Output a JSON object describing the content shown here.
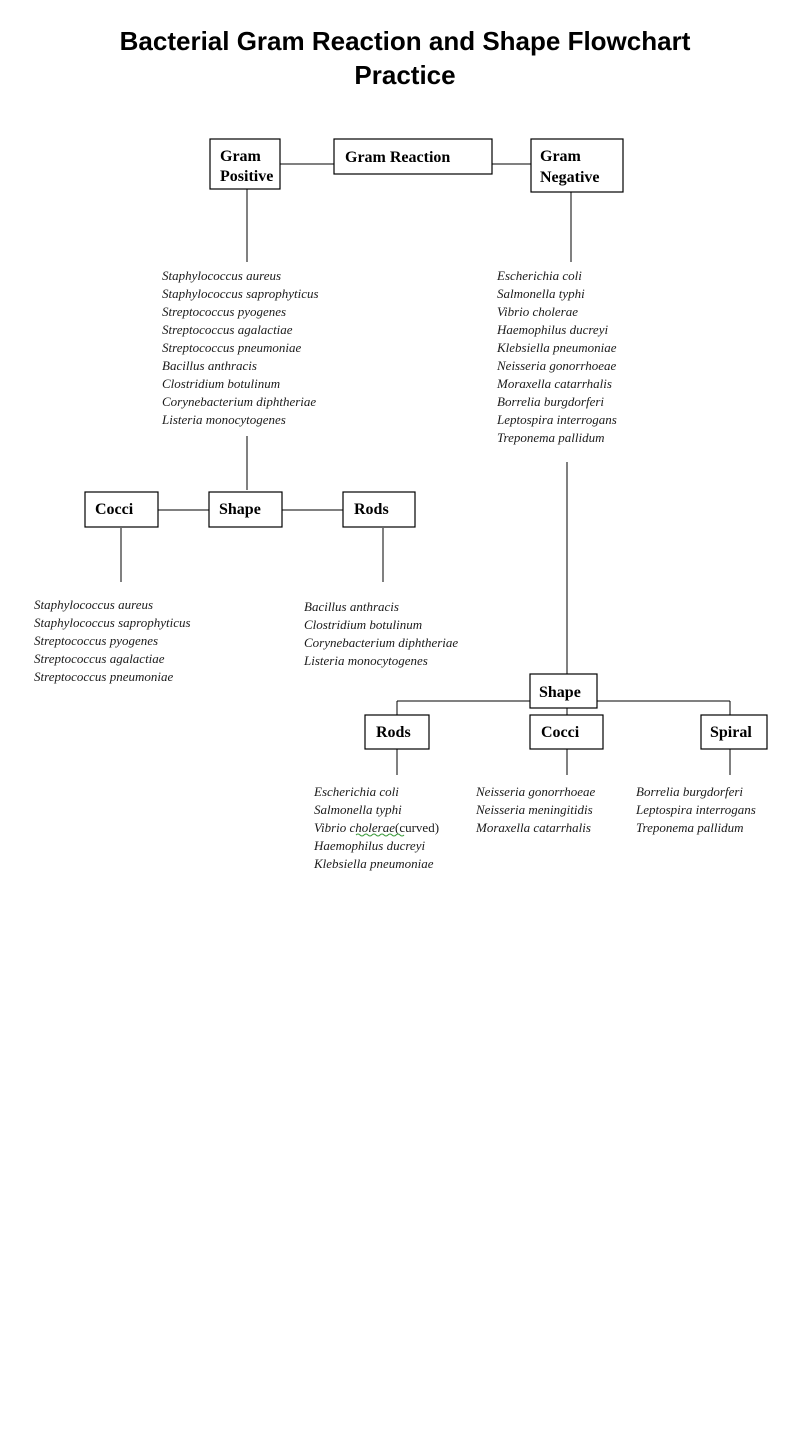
{
  "title_line1": "Bacterial Gram Reaction and Shape Flowchart",
  "title_line2": "Practice",
  "nodes": {
    "gram_reaction": "Gram Reaction",
    "gram_positive": [
      "Gram",
      "Positive"
    ],
    "gram_negative": [
      "Gram",
      "Negative"
    ],
    "shape_pos": "Shape",
    "cocci_pos": "Cocci",
    "rods_pos": "Rods",
    "shape_neg": "Shape",
    "rods_neg": "Rods",
    "cocci_neg": "Cocci",
    "spiral_neg": "Spiral"
  },
  "lists": {
    "gram_positive": [
      "Staphylococcus aureus",
      "Staphylococcus saprophyticus",
      "Streptococcus pyogenes",
      "Streptococcus agalactiae",
      "Streptococcus pneumoniae",
      "Bacillus anthracis",
      "Clostridium botulinum",
      "Corynebacterium diphtheriae",
      "Listeria monocytogenes"
    ],
    "gram_negative": [
      "Escherichia coli",
      "Salmonella typhi",
      "Vibrio cholerae",
      "Haemophilus ducreyi",
      "Klebsiella pneumoniae",
      "Neisseria gonorrhoeae",
      "Moraxella catarrhalis",
      "Borrelia burgdorferi",
      "Leptospira interrogans",
      "Treponema pallidum"
    ],
    "cocci_pos": [
      "Staphylococcus aureus",
      "Staphylococcus saprophyticus",
      "Streptococcus pyogenes",
      "Streptococcus agalactiae",
      "Streptococcus pneumoniae"
    ],
    "rods_pos": [
      "Bacillus anthracis",
      "Clostridium botulinum",
      "Corynebacterium diphtheriae",
      "Listeria monocytogenes"
    ],
    "rods_neg": [
      "Escherichia coli",
      "Salmonella typhi",
      "Vibrio cholerae",
      "Haemophilus ducreyi",
      "Klebsiella pneumoniae"
    ],
    "rods_neg_vibrio_genus": "Vibrio ",
    "rods_neg_vibrio_species": "cholerae",
    "rods_neg_vibrio_note": "(curved)",
    "cocci_neg": [
      "Neisseria gonorrhoeae",
      "Neisseria meningitidis",
      "Moraxella catarrhalis"
    ],
    "spiral_neg": [
      "Borrelia burgdorferi",
      "Leptospira interrogans",
      "Treponema pallidum"
    ]
  }
}
